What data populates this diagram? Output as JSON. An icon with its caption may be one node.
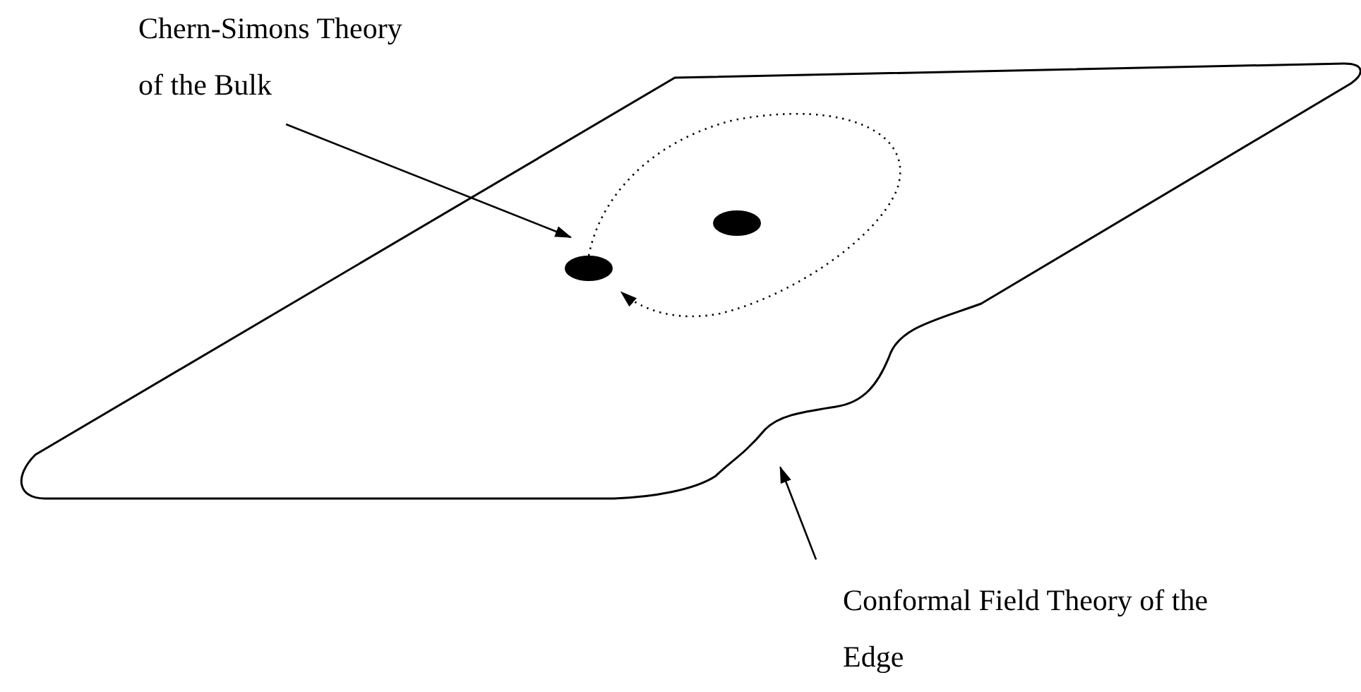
{
  "diagram": {
    "nodes": [
      {
        "text": [
          "Chern-Simons Theory of the Bulk"
        ]
      },
      {
        "text": [],
        "shape": "picture"
      },
      {
        "text": [],
        "shape": "circle",
        "in": 1
      },
      {
        "text": [],
        "shape": "circle",
        "in": 1
      },
      {
        "text": [
          "Conformal Field Theory of the Edge"
        ]
      }
    ],
    "edges": [
      {
        "from": 0,
        "to": 1,
        "arrow": "to"
      },
      {
        "from": 2,
        "to": 2,
        "arrow": "to",
        "style": "dashed"
      },
      {
        "from": 4,
        "to": 1,
        "arrow": "to"
      }
    ]
  }
}
